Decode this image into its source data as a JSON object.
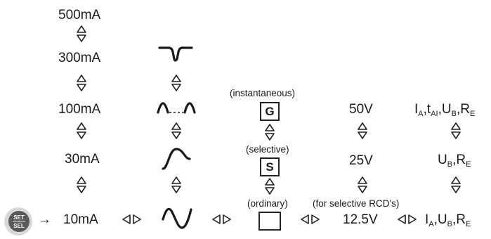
{
  "button": {
    "top_label": "SET",
    "bottom_label": "SEL",
    "arrow": "→"
  },
  "current": {
    "values": [
      "500mA",
      "300mA",
      "100mA",
      "30mA",
      "10mA"
    ]
  },
  "rcd_type": {
    "instantaneous": "(instantaneous)",
    "instantaneous_code": "G",
    "selective": "(selective)",
    "selective_code": "S",
    "ordinary": "(ordinary)"
  },
  "voltage": {
    "values": [
      "50V",
      "25V",
      "12.5V"
    ],
    "note": "(for selective RCD's)"
  },
  "params": {
    "row1": [
      "I",
      "A",
      ",t",
      "AI",
      ",U",
      "B",
      ",R",
      "E"
    ],
    "row2": [
      "U",
      "B",
      ",R",
      "E"
    ],
    "row3": [
      "I",
      "A",
      ",U",
      "B",
      ",R",
      "E"
    ]
  }
}
